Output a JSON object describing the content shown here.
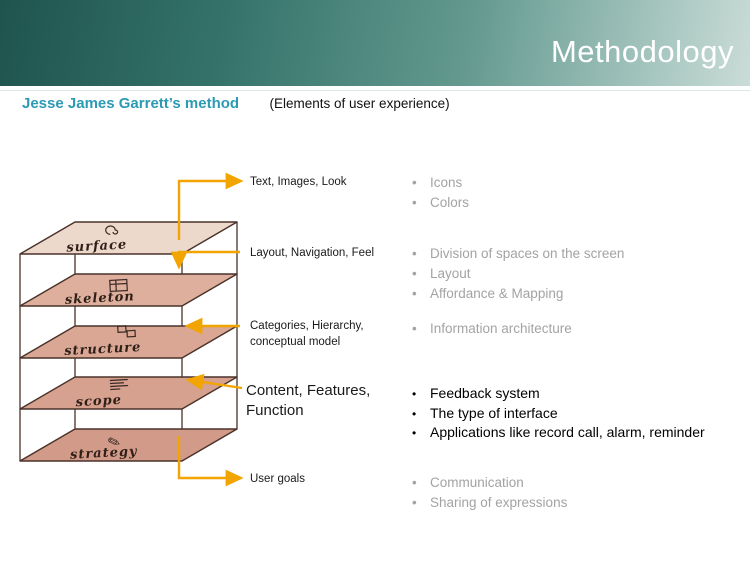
{
  "slide": {
    "title": "Methodology"
  },
  "subtitle": {
    "method_name": "Jesse James Garrett’s method",
    "qualifier": "(Elements of user experience)"
  },
  "diagram": {
    "layers": [
      {
        "label": "surface",
        "icon": "spiral-icon"
      },
      {
        "label": "skeleton",
        "icon": "wireframe-grid-icon"
      },
      {
        "label": "structure",
        "icon": "boxes-icon"
      },
      {
        "label": "scope",
        "icon": "text-lines-icon"
      },
      {
        "label": "strategy",
        "icon": "pencil-icon"
      }
    ]
  },
  "annotations": {
    "surface": "Text, Images, Look",
    "skeleton": "Layout, Navigation, Feel",
    "structure": "Categories, Hierarchy,\nconceptual model",
    "scope": "Content, Features,\nFunction",
    "strategy": "User goals"
  },
  "details": {
    "surface": {
      "items": [
        "Icons",
        "Colors"
      ]
    },
    "skeleton": {
      "items": [
        "Division of spaces on the screen",
        "Layout",
        "Affordance & Mapping"
      ]
    },
    "structure": {
      "items": [
        "Information architecture"
      ]
    },
    "scope": {
      "items": [
        "Feedback system",
        "The type of interface",
        "Applications like record call, alarm, reminder"
      ]
    },
    "strategy": {
      "items": [
        "Communication",
        "Sharing of expressions"
      ]
    }
  },
  "colors": {
    "banner_dark": "#1f544e",
    "banner_light": "#cbdcd7",
    "accent_teal": "#2b9ab3",
    "arrow_orange": "#f2a400",
    "muted_gray": "#a3a3a3",
    "layer_top_fill": "#ecd9cb",
    "layer_fill": "#d9a794",
    "layer_stroke": "#4a322a"
  }
}
